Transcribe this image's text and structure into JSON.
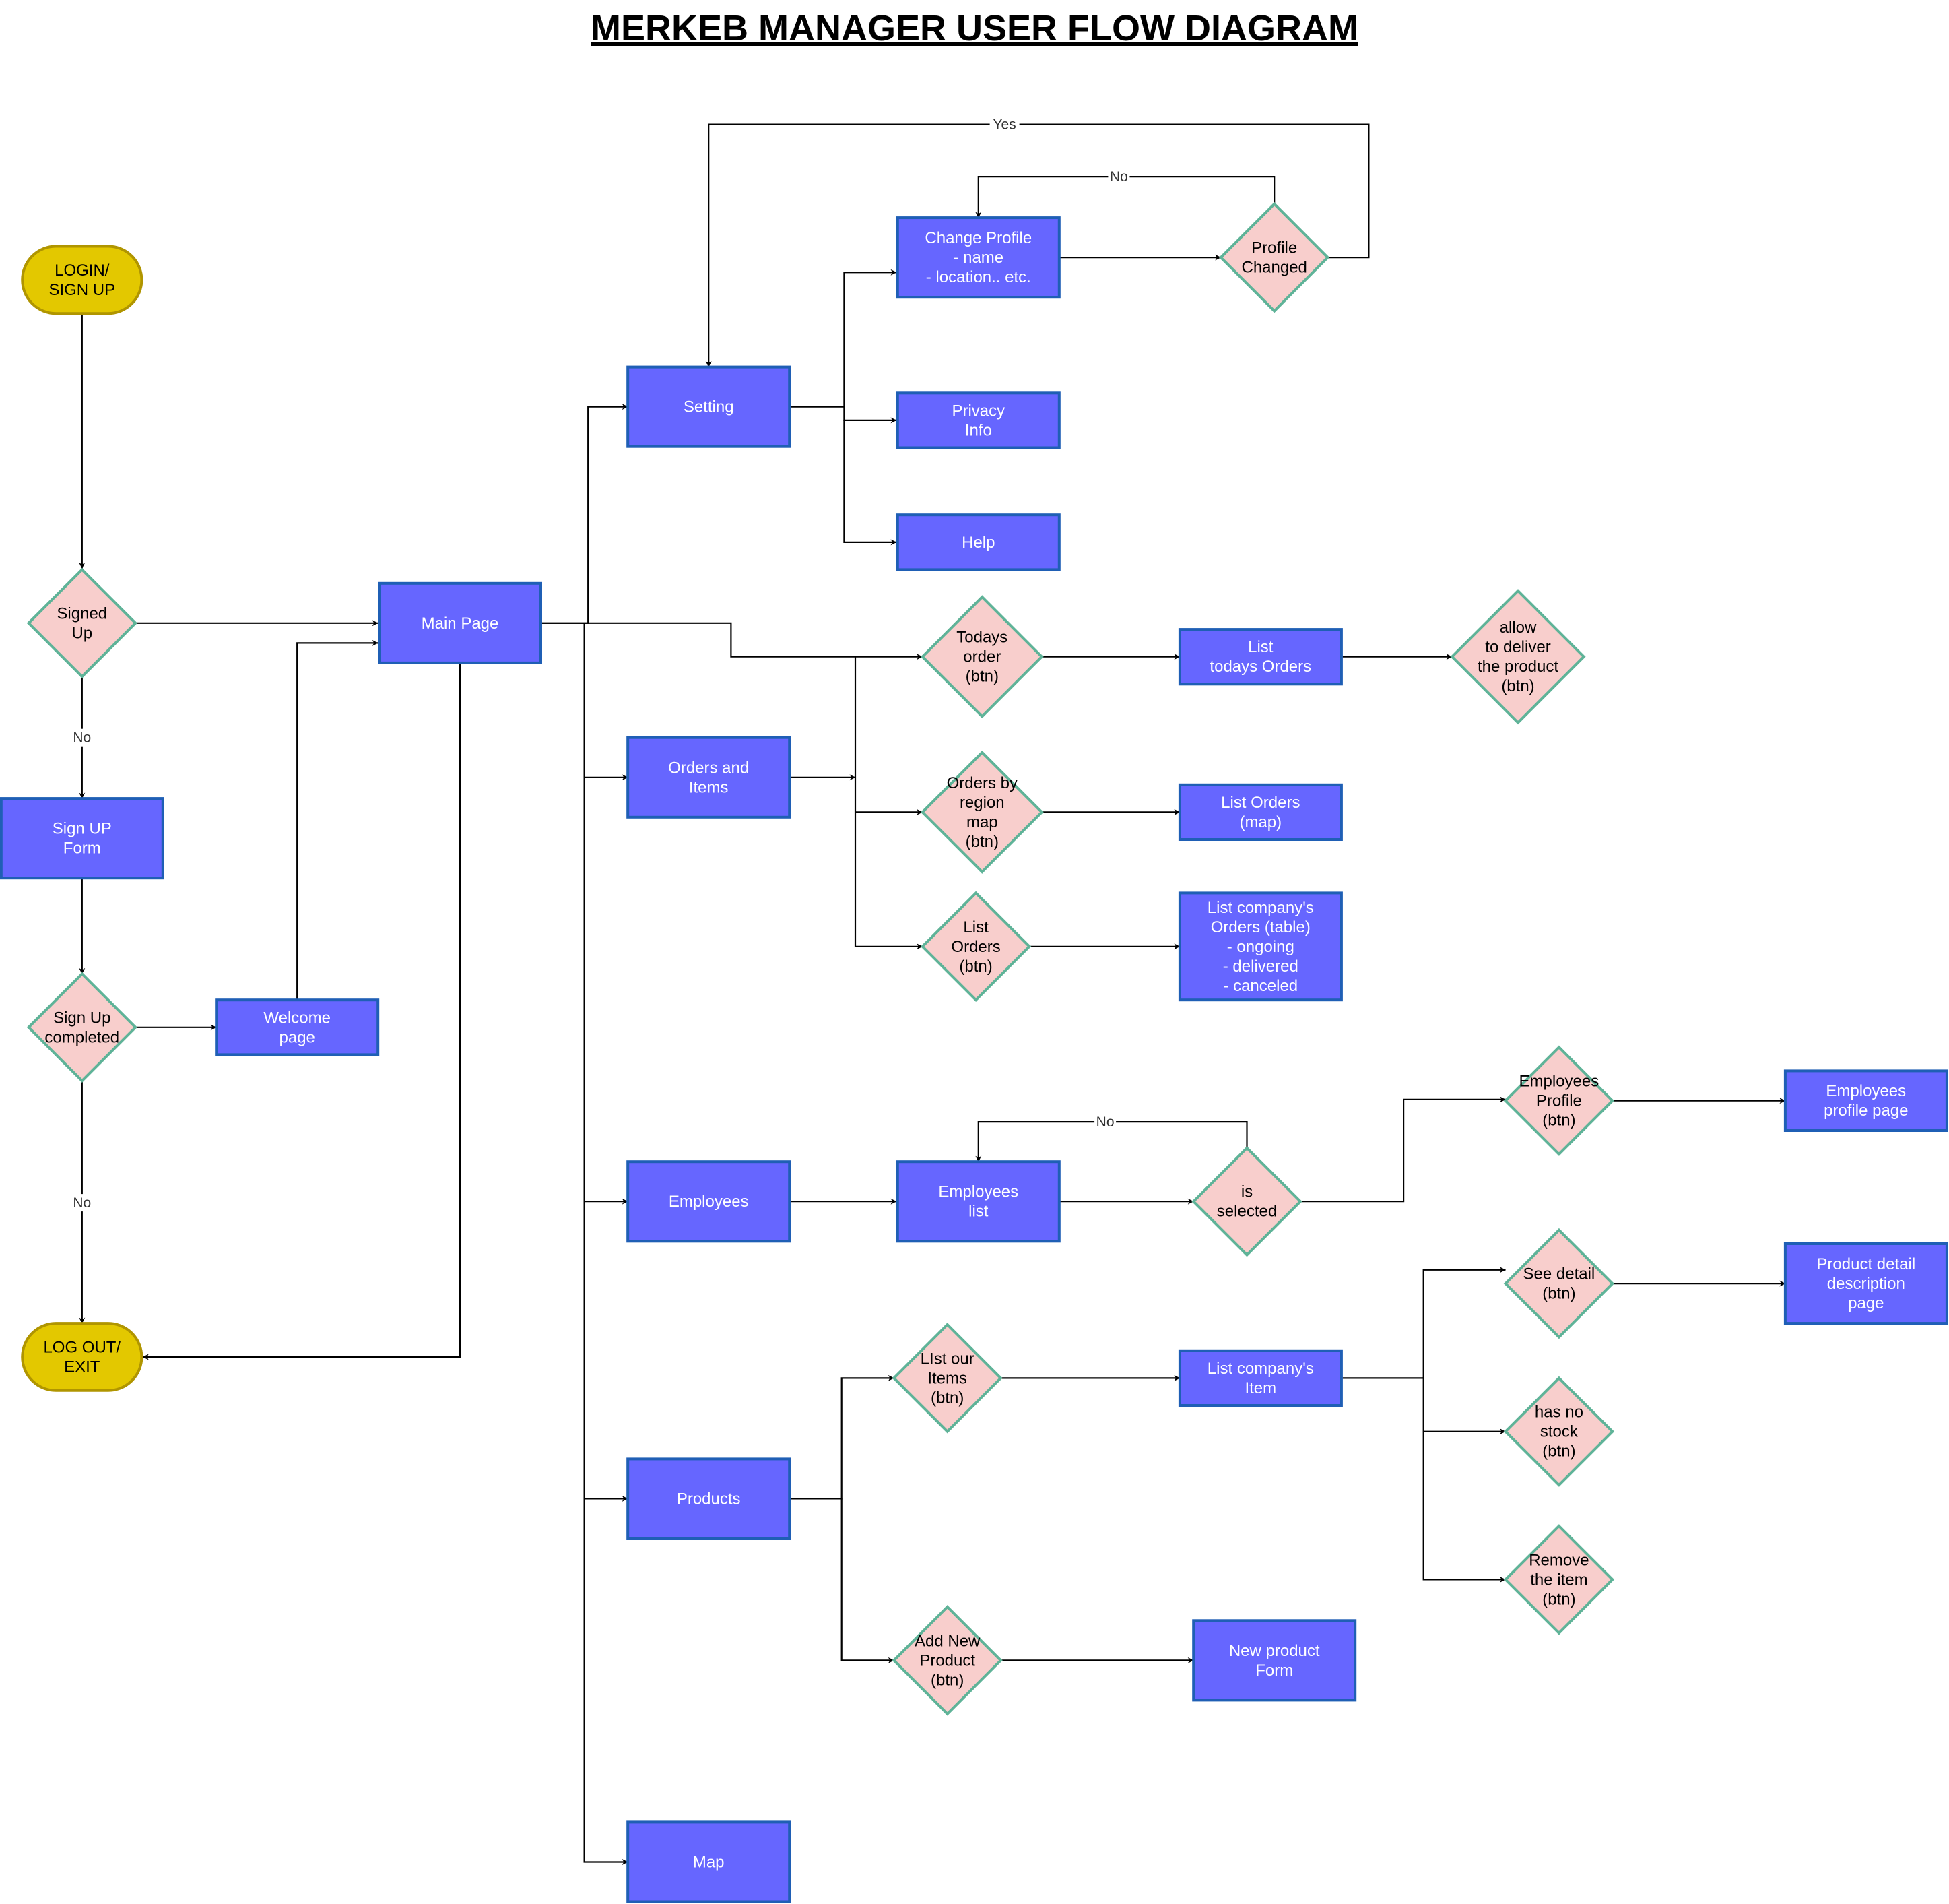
{
  "title": "MERKEB MANAGER USER FLOW DIAGRAM",
  "nodes": {
    "login": [
      "LOGIN/",
      "SIGN UP"
    ],
    "signed_up": [
      "Signed",
      "Up"
    ],
    "signup_form": [
      "Sign UP",
      "Form"
    ],
    "signup_completed": [
      "Sign Up",
      "completed"
    ],
    "welcome": [
      "Welcome",
      "page"
    ],
    "main_page": [
      "Main Page"
    ],
    "logout": [
      "LOG OUT/",
      "EXIT"
    ],
    "setting": [
      "Setting"
    ],
    "change_profile": [
      "Change Profile",
      "- name",
      "- location.. etc."
    ],
    "profile_changed": [
      "Profile",
      "Changed"
    ],
    "privacy_info": [
      "Privacy",
      "Info"
    ],
    "help": [
      "Help"
    ],
    "orders_items": [
      "Orders and",
      "Items"
    ],
    "todays_order": [
      "Todays",
      "order",
      "(btn)"
    ],
    "list_todays_orders": [
      "List",
      "todays Orders"
    ],
    "allow_deliver": [
      "allow",
      "to deliver",
      "the product",
      "(btn)"
    ],
    "orders_region": [
      "Orders by",
      "region",
      "map",
      "(btn)"
    ],
    "list_orders_map": [
      "List Orders",
      "(map)"
    ],
    "list_orders_btn": [
      "List",
      "Orders",
      "(btn)"
    ],
    "list_company_orders": [
      "List company's",
      "Orders (table)",
      "- ongoing",
      "- delivered",
      "- canceled"
    ],
    "employees": [
      "Employees"
    ],
    "employees_list": [
      "Employees",
      "list"
    ],
    "is_selected": [
      "is",
      "selected"
    ],
    "employees_profile_btn": [
      "Employees",
      "Profile",
      "(btn)"
    ],
    "employees_profile_page": [
      "Employees",
      "profile page"
    ],
    "products": [
      "Products"
    ],
    "list_our_items": [
      "LIst our",
      "Items",
      "(btn)"
    ],
    "list_company_item": [
      "List company's",
      "Item"
    ],
    "see_detail": [
      "See detail",
      "(btn)"
    ],
    "product_detail": [
      "Product detail",
      "description",
      "page"
    ],
    "no_stock": [
      "has no",
      "stock",
      "(btn)"
    ],
    "remove_item": [
      "Remove",
      "the item",
      "(btn)"
    ],
    "add_new_product": [
      "Add New",
      "Product",
      "(btn)"
    ],
    "new_product_form": [
      "New product",
      "Form"
    ],
    "map": [
      "Map"
    ]
  },
  "edge_labels": {
    "yes": "Yes",
    "no_profile": "No",
    "no_signed": "No",
    "no_completed": "No",
    "no_selected": "No"
  },
  "colors": {
    "process_fill": "#6666ff",
    "process_stroke": "#1f5fb5",
    "decision_fill": "#f8cecc",
    "decision_stroke": "#5fb398",
    "terminal_fill": "#e3c800"
  }
}
